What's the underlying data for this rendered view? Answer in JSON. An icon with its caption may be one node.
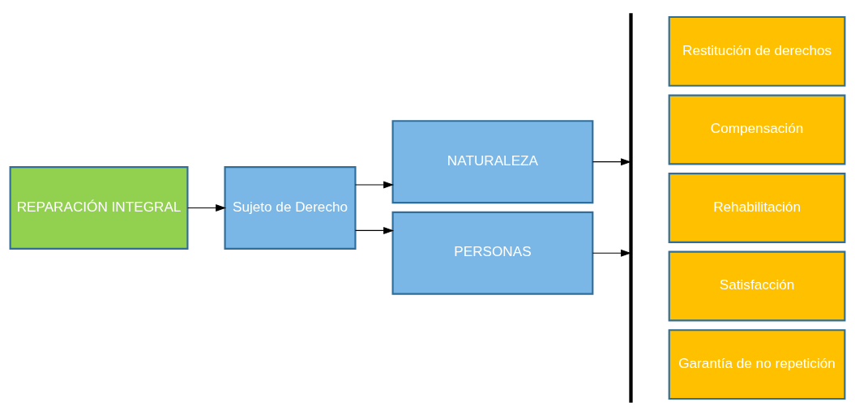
{
  "diagram": {
    "nodes": [
      {
        "text": [
          "REPARACIÓN INTEGRAL"
        ]
      },
      {
        "text": [
          "Sujeto de Derecho"
        ]
      },
      {
        "text": [
          "NATURALEZA"
        ]
      },
      {
        "text": [
          "PERSONAS"
        ]
      },
      {
        "text": [],
        "shape": "bar"
      },
      {
        "text": [
          "Restitución de derechos"
        ]
      },
      {
        "text": [
          "Compensación"
        ]
      },
      {
        "text": [
          "Rehabilitación"
        ]
      },
      {
        "text": [
          "Satisfacción"
        ]
      },
      {
        "text": [
          "Garantía de no repetición"
        ]
      }
    ],
    "edges": [
      {
        "from": 0,
        "to": 1,
        "arrow": "to"
      },
      {
        "from": 1,
        "to": 2,
        "arrow": "to"
      },
      {
        "from": 1,
        "to": 3,
        "arrow": "to"
      },
      {
        "from": 2,
        "to": 4,
        "arrow": "to"
      },
      {
        "from": 3,
        "to": 4,
        "arrow": "to"
      }
    ]
  }
}
